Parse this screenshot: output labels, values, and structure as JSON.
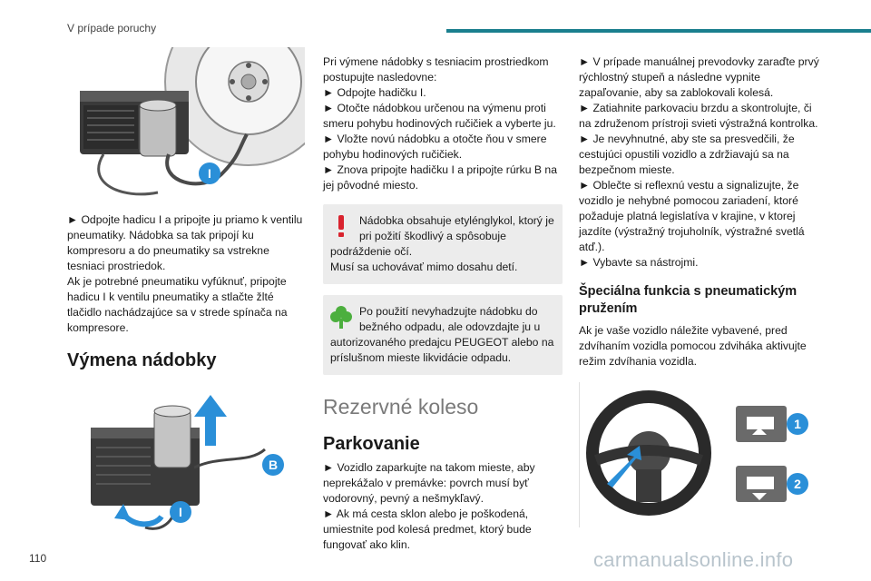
{
  "header": {
    "section_title": "V prípade poruchy"
  },
  "page_number": "110",
  "watermark": "carmanualsonline.info",
  "col1": {
    "callout_i_1": "I",
    "para1": "► Odpojte hadicu I a pripojte ju priamo k ventilu pneumatiky. Nádobka sa tak pripojí ku kompresoru a do pneumatiky sa vstrekne tesniaci prostriedok.",
    "para2": "Ak je potrebné pneumatiku vyfúknuť, pripojte hadicu I k ventilu pneumatiky a stlačte žlté tlačidlo nachádzajúce sa v strede spínača na kompresore.",
    "heading": "Výmena nádobky",
    "callout_b": "B",
    "callout_i_2": "I"
  },
  "col2": {
    "intro": "Pri výmene nádobky s tesniacim prostriedkom postupujte nasledovne:",
    "step1": "► Odpojte hadičku I.",
    "step2": "► Otočte nádobkou určenou na výmenu proti smeru pohybu hodinových ručičiek a vyberte ju.",
    "step3": "► Vložte novú nádobku a otočte ňou v smere pohybu hodinových ručičiek.",
    "step4": "► Znova pripojte hadičku I a pripojte rúrku B na jej pôvodné miesto.",
    "warning_line1": "Nádobka obsahuje etylénglykol, ktorý je pri požití škodlivý a spôsobuje",
    "warning_line2": "podráždenie očí.",
    "warning_line3": "Musí sa uchovávať mimo dosahu detí.",
    "env_line1": "Po použití nevyhadzujte nádobku do bežného odpadu, ale odovzdajte ju u",
    "env_line2": "autorizovaného predajcu PEUGEOT alebo na príslušnom mieste likvidácie odpadu.",
    "section_title": "Rezervné koleso",
    "subheading": "Parkovanie",
    "park1": "► Vozidlo zaparkujte na takom mieste, aby neprekážalo v premávke: povrch musí byť vodorovný, pevný a nešmykľavý.",
    "park2": "► Ak má cesta sklon alebo je poškodená, umiestnite pod kolesá predmet, ktorý bude fungovať ako klin."
  },
  "col3": {
    "b1": "► V prípade manuálnej prevodovky zaraďte prvý rýchlostný stupeň a následne vypnite zapaľovanie, aby sa zablokovali kolesá.",
    "b2": "► Zatiahnite parkovaciu brzdu a skontrolujte, či na združenom prístroji svieti výstražná kontrolka.",
    "b3": "► Je nevyhnutné, aby ste sa presvedčili, že cestujúci opustili vozidlo a zdržiavajú sa na bezpečnom mieste.",
    "b4": "► Oblečte si reflexnú vestu a signalizujte, že vozidlo je nehybné pomocou zariadení, ktoré požaduje platná legislatíva v krajine, v ktorej jazdíte (výstražný trojuholník, výstražné svetlá atď.).",
    "b5": "► Vybavte sa nástrojmi.",
    "heading": "Špeciálna funkcia s pneumatickým pružením",
    "para": "Ak je vaše vozidlo náležite vybavené, pred zdvíhaním vozidla pomocou zdviháka aktivujte režim zdvíhania vozidla.",
    "callout_1": "1",
    "callout_2": "2"
  },
  "colors": {
    "accent": "#1a7f8e",
    "callout_blue": "#2a8fd8",
    "warning_red": "#d9232e",
    "env_green": "#4caf3e"
  }
}
